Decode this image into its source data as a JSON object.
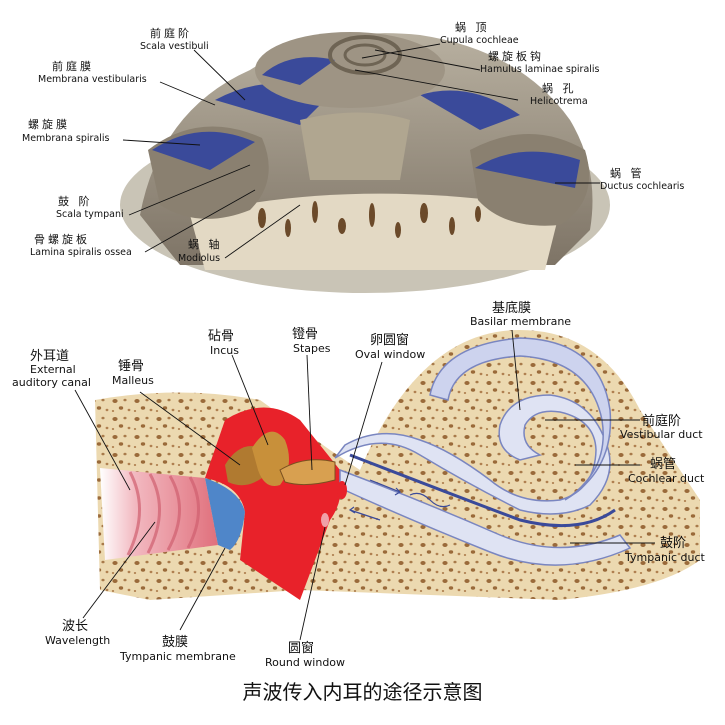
{
  "top_labels": [
    {
      "id": "scala-vestibuli",
      "zh": "前庭阶",
      "en": "Scala vestibuli"
    },
    {
      "id": "membrana-vestibularis",
      "zh": "前庭膜",
      "en": "Membrana vestibularis"
    },
    {
      "id": "membrana-spiralis",
      "zh": "螺旋膜",
      "en": "Membrana spiralis"
    },
    {
      "id": "scala-tympani",
      "zh": "鼓 阶",
      "en": "Scala tympani"
    },
    {
      "id": "lamina-spiralis-ossea",
      "zh": "骨螺旋板",
      "en": "Lamina spiralis ossea"
    },
    {
      "id": "modiolus",
      "zh": "蜗 轴",
      "en": "Modiolus"
    },
    {
      "id": "cupula-cochleae",
      "zh": "蜗 顶",
      "en": "Cupula cochleae"
    },
    {
      "id": "hamulus",
      "zh": "螺旋板钩",
      "en": "Hamulus laminae spiralis"
    },
    {
      "id": "helicotrema",
      "zh": "蜗 孔",
      "en": "Helicotrema"
    },
    {
      "id": "ductus-cochlearis",
      "zh": "蜗 管",
      "en": "Ductus cochlearis"
    }
  ],
  "bottom_labels": [
    {
      "id": "external-canal",
      "zh": "外耳道",
      "en1": "External",
      "en2": "auditory canal"
    },
    {
      "id": "malleus",
      "zh": "锤骨",
      "en1": "Malleus"
    },
    {
      "id": "incus",
      "zh": "砧骨",
      "en1": "Incus"
    },
    {
      "id": "stapes",
      "zh": "镫骨",
      "en1": "Stapes"
    },
    {
      "id": "oval-window",
      "zh": "卵圆窗",
      "en1": "Oval window"
    },
    {
      "id": "basilar-membrane",
      "zh": "基底膜",
      "en1": "Basilar membrane"
    },
    {
      "id": "vestibular-duct",
      "zh": "前庭阶",
      "en1": "Vestibular duct"
    },
    {
      "id": "cochlear-duct",
      "zh": "蜗管",
      "en1": "Cochlear duct"
    },
    {
      "id": "tympanic-duct",
      "zh": "鼓阶",
      "en1": "Tympanic duct"
    },
    {
      "id": "wavelength",
      "zh": "波长",
      "en1": "Wavelength"
    },
    {
      "id": "tympanic-membrane",
      "zh": "鼓膜",
      "en1": "Tympanic membrane"
    },
    {
      "id": "round-window",
      "zh": "圆窗",
      "en1": "Round window"
    }
  ],
  "caption": "声波传入内耳的途径示意图",
  "colors": {
    "bone": "#e9d4a8",
    "membrane_blue": "#3a4a9a",
    "tissue_red": "#e8222a",
    "cochlea_fill": "#dfe3f3"
  }
}
